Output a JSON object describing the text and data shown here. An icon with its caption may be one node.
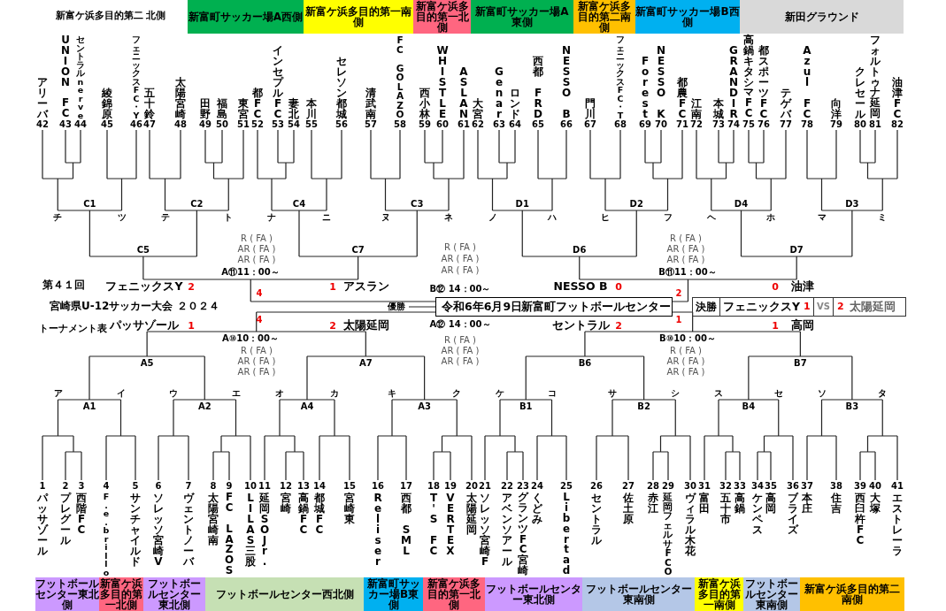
{
  "diagram": {
    "nodes": [
      {
        "text": [
          "新富町サッカー場A西側"
        ]
      },
      {
        "text": [
          "新富ケ浜多目的第一南側"
        ]
      },
      {
        "text": [
          "新富ケ浜多目的第一北側"
        ]
      },
      {
        "text": [
          "新富町サッカー場A東側"
        ]
      },
      {
        "text": [
          "新富ケ浜多目的第二南側"
        ]
      },
      {
        "text": [
          "新富町サッカー場B西側"
        ]
      },
      {
        "text": [
          "新田グラウンド"
        ]
      },
      {
        "text": [
          "フットボールセンター東北側"
        ]
      },
      {
        "text": [
          "新富ケ浜多目的第一北側"
        ]
      },
      {
        "text": [
          "フットボールセンター東北側"
        ]
      },
      {
        "text": [
          "フットボールセンター西北側"
        ]
      },
      {
        "text": [
          "新富町サッカー場B東側"
        ]
      },
      {
        "text": [
          "新富ケ浜多目的第一北側"
        ]
      },
      {
        "text": [
          "フットボールセンター東北側"
        ]
      },
      {
        "text": [
          "フットボールセンター東南側"
        ]
      },
      {
        "text": [
          "新富ケ浜多目的第一南側"
        ]
      },
      {
        "text": [
          "フットボールセンター東南側"
        ]
      },
      {
        "text": [
          "新富ケ浜多目的第二南側"
        ]
      },
      {
        "text": [
          "令和6年6月9日",
          "新富町フットボールセンター"
        ]
      },
      {
        "text": [
          "決勝",
          "フェニックスY",
          "1",
          "VS",
          "2",
          "太陽延岡"
        ]
      }
    ],
    "labels": [
      "アリーバ",
      "UNION FC",
      "セントラルnerve",
      "綾錦原",
      "フェニックスFC・Y",
      "五十鈴",
      "太陽宮崎",
      "田野",
      "福島",
      "東宮",
      "都FC",
      "インセプルFC",
      "妻北",
      "本川",
      "セレソン都城",
      "清武南",
      "FC GOLAZO",
      "西小林",
      "WHISTLE",
      "ASLAN",
      "大宮",
      "Genar",
      "ロンド",
      "西都 FRD",
      "NESSO B",
      "門川",
      "フェニックスFC・T",
      "Forest",
      "NESSO K",
      "都農FC",
      "江南",
      "本城",
      "GRANDIR",
      "高鍋キタシマFC",
      "都スポーツFC",
      "テゲバ",
      "Azul FC",
      "向洋",
      "クレセール",
      "フォルトゥナ延岡",
      "油津FC",
      "42",
      "43",
      "44",
      "45",
      "46",
      "47",
      "48",
      "49",
      "50",
      "51",
      "52",
      "53",
      "54",
      "55",
      "56",
      "57",
      "58",
      "59",
      "60",
      "61",
      "62",
      "63",
      "64",
      "65",
      "66",
      "67",
      "68",
      "69",
      "70",
      "71",
      "72",
      "73",
      "74",
      "75",
      "76",
      "77",
      "78",
      "79",
      "80",
      "81",
      "82",
      "1",
      "2",
      "3",
      "4",
      "5",
      "6",
      "7",
      "8",
      "9",
      "10",
      "11",
      "12",
      "13",
      "14",
      "15",
      "16",
      "17",
      "18",
      "19",
      "20",
      "21",
      "22",
      "23",
      "24",
      "25",
      "26",
      "27",
      "28",
      "29",
      "30",
      "31",
      "32",
      "33",
      "34",
      "35",
      "36",
      "37",
      "38",
      "39",
      "40",
      "41",
      "パッサゾール",
      "プレグール",
      "西階FC",
      "F.e.brillo",
      "サンチャイルド",
      "ソレッソ宮崎V",
      "ヴェントノーバ",
      "太陽宮崎南",
      "FC LAZOS",
      "LILAS三股",
      "延岡SOJr.",
      "宮崎",
      "高鍋FC",
      "都城FC",
      "宮崎東",
      "Reliser",
      "西都 SML",
      "T'S FC",
      "VERTEX",
      "太陽延岡",
      "ソレッソ宮崎F",
      "アベンソアール",
      "グランツFC宮崎",
      "くどみ",
      "Libertad",
      "セントラル",
      "佐土原",
      "赤江",
      "延岡フェルサFCO",
      "ヴィラル木花",
      "富田",
      "五十市",
      "高鍋",
      "ケンペス",
      "高岡",
      "ブライズ",
      "本庄",
      "住吉",
      "西臼杵FC",
      "大塚",
      "エストレーラ",
      "チ",
      "ツ",
      "テ",
      "ト",
      "ナ",
      "ニ",
      "ヌ",
      "ネ",
      "ノ",
      "ハ",
      "ヒ",
      "フ",
      "ヘ",
      "ホ",
      "マ",
      "ミ",
      "C1",
      "C2",
      "C4",
      "C3",
      "D1",
      "D2",
      "D4",
      "D3",
      "C5",
      "C7",
      "D6",
      "D7",
      "ア",
      "イ",
      "ウ",
      "エ",
      "オ",
      "カ",
      "キ",
      "ク",
      "ケ",
      "コ",
      "サ",
      "シ",
      "ス",
      "セ",
      "ソ",
      "タ",
      "A1",
      "A2",
      "A4",
      "A3",
      "B1",
      "B2",
      "B4",
      "B3",
      "A5",
      "A7",
      "B6",
      "B7",
      "第４１回",
      "宮崎県U-12サッカー大会 ２０２４",
      "トーナメント表",
      "A⑪11：00～",
      "B⑪11：00～",
      "A⑩10：00～",
      "B⑩10：00～",
      "フェニックスY",
      "2",
      "1",
      "アスラン",
      "NESSO B",
      "0",
      "0",
      "油津",
      "パッサゾール",
      "1",
      "2",
      "太陽延岡",
      "セントラル",
      "2",
      "1",
      "高岡",
      "B⑫ 14：00～",
      "A⑫ 14：00～",
      "優勝",
      "4",
      "4",
      "2",
      "1",
      "R ( FA )",
      "AR ( FA )",
      "AR ( FA )",
      "R ( FA )",
      "AR ( FA )",
      "AR ( FA )",
      "R ( FA )",
      "AR ( FA )",
      "AR ( FA )",
      "R ( FA )",
      "AR ( FA )",
      "AR ( FA )",
      "R ( FA )",
      "AR ( FA )",
      "AR ( FA )",
      "R ( FA )",
      "AR ( FA )",
      "AR ( FA )",
      "新富ケ浜多目的第二 北側"
    ]
  }
}
